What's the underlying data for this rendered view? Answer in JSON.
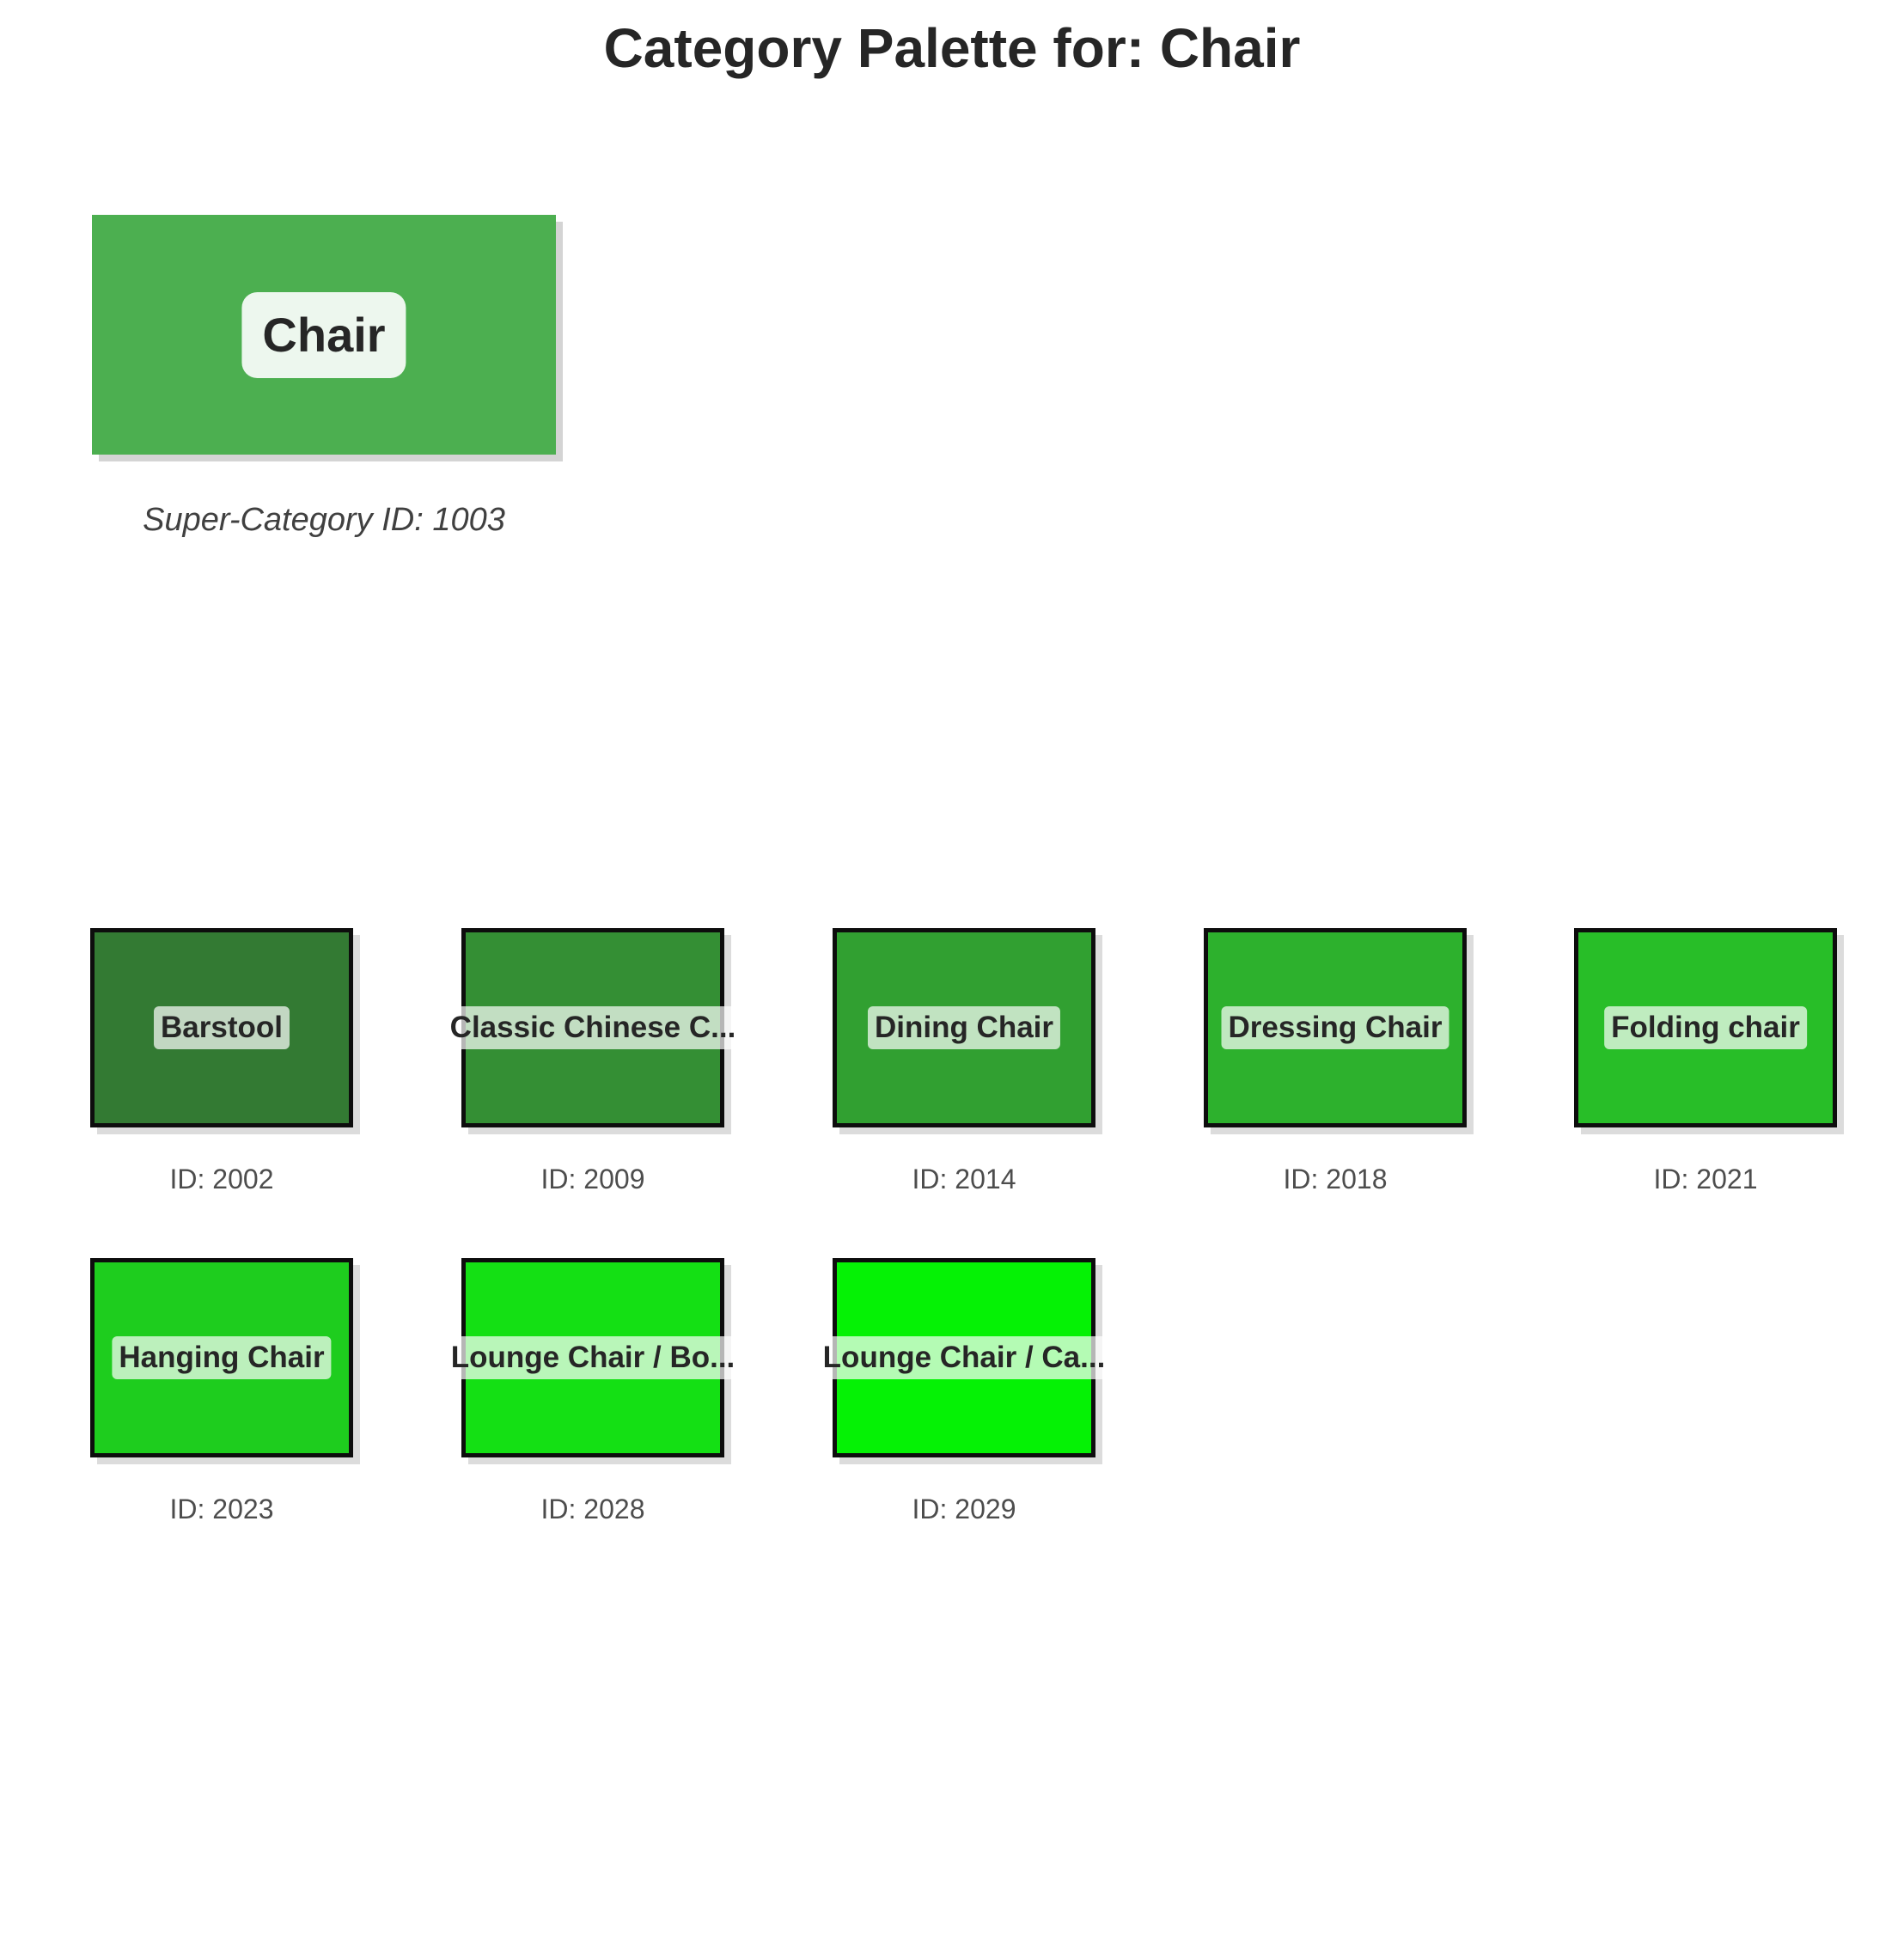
{
  "title": "Category Palette for: Chair",
  "super_category": {
    "name": "Chair",
    "caption": "Super-Category ID: 1003",
    "color": "#4caf50"
  },
  "sub_categories": [
    {
      "name": "Barstool",
      "id_label": "ID: 2002",
      "color": "#337a33"
    },
    {
      "name": "Classic Chinese C...",
      "id_label": "ID: 2009",
      "color": "#348f34"
    },
    {
      "name": "Dining Chair",
      "id_label": "ID: 2014",
      "color": "#31a031"
    },
    {
      "name": "Dressing Chair",
      "id_label": "ID: 2018",
      "color": "#2db12d"
    },
    {
      "name": "Folding chair",
      "id_label": "ID: 2021",
      "color": "#28be28"
    },
    {
      "name": "Hanging Chair",
      "id_label": "ID: 2023",
      "color": "#1ecd1e"
    },
    {
      "name": "Lounge Chair / Bo...",
      "id_label": "ID: 2028",
      "color": "#14e014"
    },
    {
      "name": "Lounge Chair / Ca...",
      "id_label": "ID: 2029",
      "color": "#05f205"
    }
  ]
}
